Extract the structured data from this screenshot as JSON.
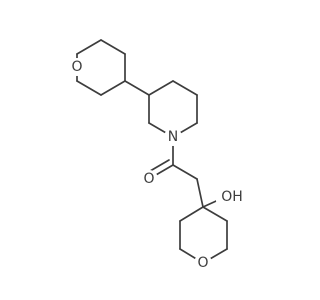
{
  "colors": {
    "background": "#ffffff",
    "bond": "#3d3d3d",
    "label": "#3d3d3d"
  },
  "atoms": {
    "top_ring_oxygen": "O",
    "piperidine_nitrogen": "N",
    "carbonyl_oxygen": "O",
    "hydroxyl": "OH",
    "bottom_ring_oxygen": "O"
  }
}
